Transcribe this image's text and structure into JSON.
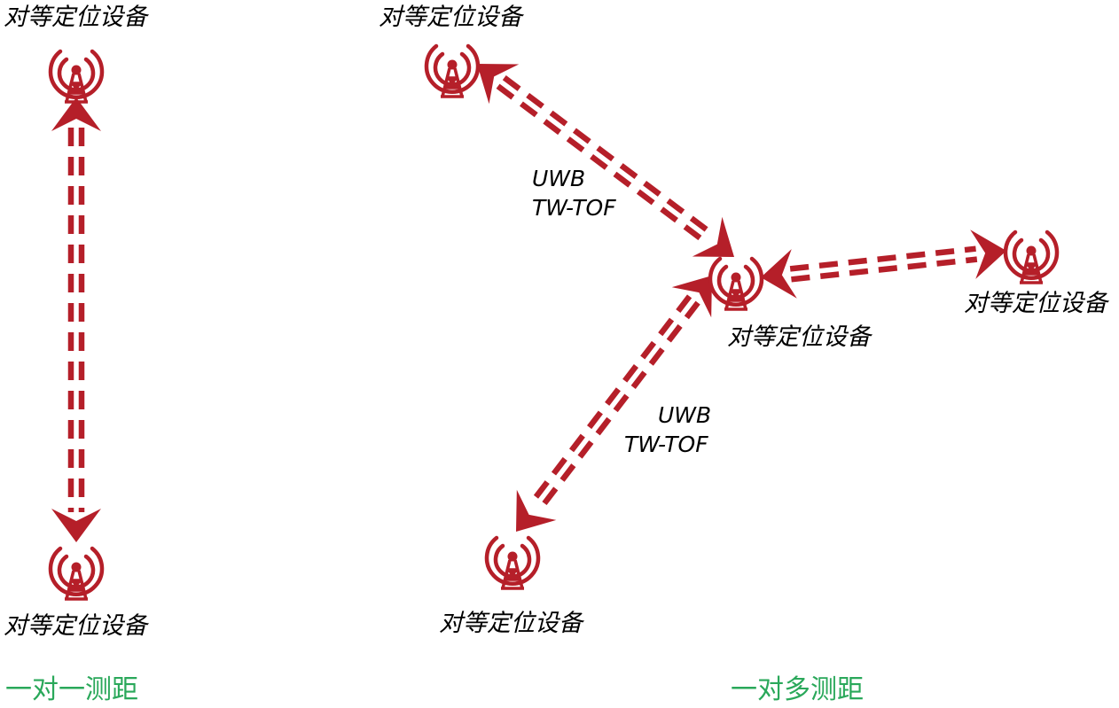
{
  "colors": {
    "link": "#b51f29",
    "caption": "#2aa85a",
    "text": "#000000"
  },
  "icon": "radio-tower-icon",
  "left": {
    "caption": "一对一测距",
    "device_top": "对等定位设备",
    "device_bottom": "对等定位设备"
  },
  "right": {
    "caption": "一对多测距",
    "device_top": "对等定位设备",
    "device_center": "对等定位设备",
    "device_right": "对等定位设备",
    "device_bottom": "对等定位设备",
    "protocol_1": {
      "line1": "UWB",
      "line2": "TW-TOF"
    },
    "protocol_2": {
      "line1": "UWB",
      "line2": "TW-TOF"
    }
  }
}
